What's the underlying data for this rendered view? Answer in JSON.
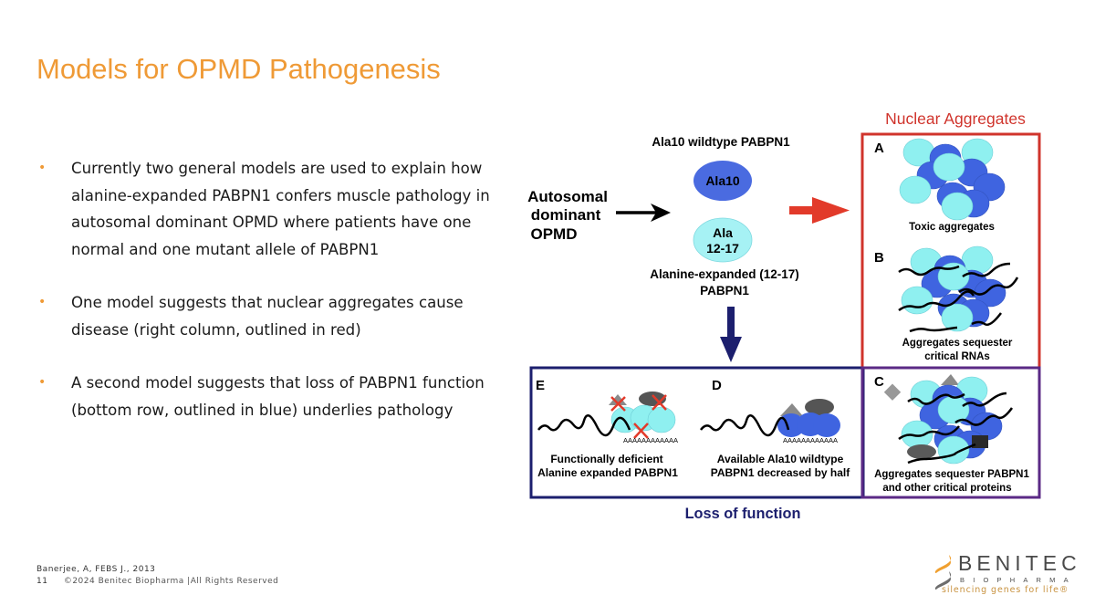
{
  "slide": {
    "title": "Models for OPMD Pathogenesis",
    "page_number": "11",
    "reference": "Banerjee, A, FEBS J., 2013",
    "copyright": "©2024 Benitec Biopharma |All Rights Reserved"
  },
  "bullets": [
    {
      "text": "Currently two general models are used to explain how alanine-expanded PABPN1 confers muscle pathology in autosomal dominant OPMD where patients have one normal and one mutant allele of PABPN1"
    },
    {
      "text": "One model suggests that nuclear aggregates cause disease (right column, outlined in red)"
    },
    {
      "text": "A second model suggests that loss of PABPN1 function (bottom row, outlined in blue) underlies pathology"
    }
  ],
  "bullet_glyph": "•",
  "logo": {
    "name": "BENITEC",
    "sub": "BIOPHARMA",
    "tagline": "silencing genes for life®"
  },
  "diagram": {
    "input_label": [
      "Autosomal",
      "dominant",
      "OPMD"
    ],
    "wildtype_title": "Ala10 wildtype PABPN1",
    "wildtype_oval": "Ala10",
    "expanded_oval": [
      "Ala",
      "12-17"
    ],
    "expanded_title": [
      "Alanine-expanded (12-17)",
      "PABPN1"
    ],
    "nuclear_aggregates_title": "Nuclear Aggregates",
    "loss_of_function_title": "Loss of function",
    "panels": {
      "A": {
        "letter": "A",
        "caption": [
          "Toxic aggregates"
        ]
      },
      "B": {
        "letter": "B",
        "caption": [
          "Aggregates sequester",
          "critical RNAs"
        ]
      },
      "C": {
        "letter": "C",
        "caption": [
          "Aggregates sequester PABPN1",
          "and other critical proteins"
        ]
      },
      "D": {
        "letter": "D",
        "caption": [
          "Available Ala10 wildtype",
          "PABPN1 decreased by half"
        ],
        "polyA": "AAAAAAAAAAAA"
      },
      "E": {
        "letter": "E",
        "caption": [
          "Functionally deficient",
          "Alanine expanded PABPN1"
        ],
        "polyA": "AAAAAAAAAAAA"
      }
    },
    "colors": {
      "red": "#d0342c",
      "navy": "#1c1f6e",
      "purple": "#5b2a86",
      "dark_blue": "#3f64e0",
      "light_cyan": "#8ff0f0",
      "grey": "#8a8a8a",
      "dark_grey": "#555555",
      "title_orange": "#ef9a36"
    }
  }
}
